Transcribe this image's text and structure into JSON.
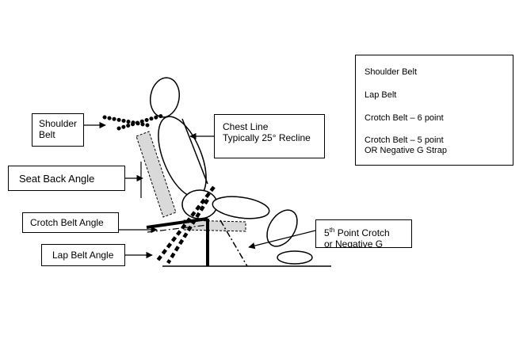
{
  "callouts": {
    "shoulder_belt": [
      "Shoulder",
      "Belt"
    ],
    "chest_line": [
      "Chest Line",
      "Typically 25° Recline"
    ],
    "seat_back_angle": "Seat Back Angle",
    "crotch_belt_angle": "Crotch Belt Angle",
    "fifth_point": {
      "prefix": "5",
      "sup": "th",
      "line1_rest": " Point Crotch",
      "line2": "or Negative G"
    },
    "lap_belt_angle": "Lap Belt Angle"
  },
  "legend": {
    "shoulder_belt": "Shoulder Belt",
    "lap_belt": "Lap Belt",
    "crotch_6pt": "Crotch Belt – 6 point",
    "crotch_5pt": [
      "Crotch Belt – 5 point",
      "OR Negative G Strap"
    ]
  },
  "colors": {
    "seat_fill": "#d9d9d9",
    "line": "#000000"
  }
}
